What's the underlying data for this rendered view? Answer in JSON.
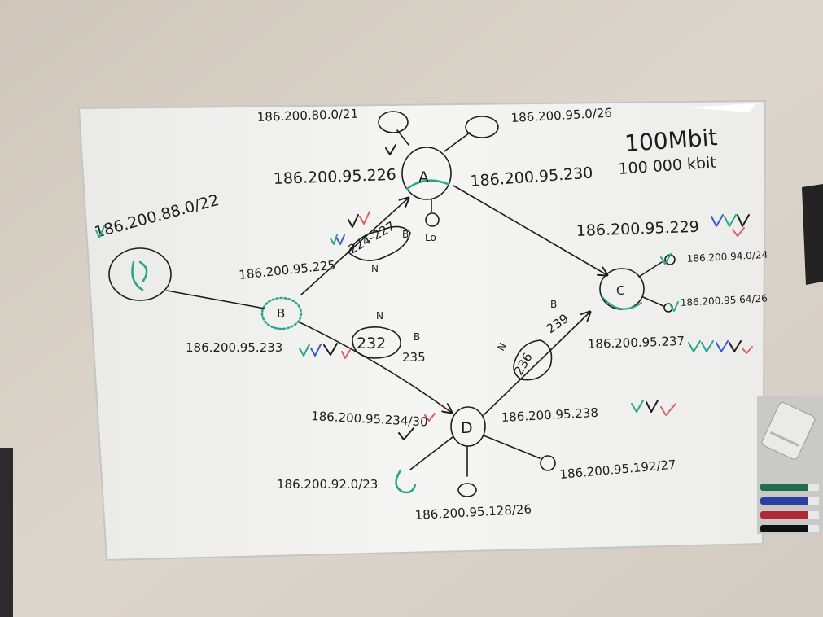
{
  "colors": {
    "wall": "#d6cfc5",
    "board": "#f3f3f1",
    "ink_black": "#1d1d1d",
    "ink_green": "#2aa58a",
    "ink_blue": "#3b5bd0",
    "ink_red": "#e0606a"
  },
  "nodes": {
    "A": "A",
    "B": "B",
    "C": "C",
    "D": "D",
    "lo": "Lo"
  },
  "labels": {
    "net_a_left": "186.200.80.0/21",
    "net_a_right": "186.200.95.0/26",
    "bandwidth_top": "100Mbit",
    "bandwidth_bottom": "100 000 kbit",
    "a_left_ip": "186.200.95.226",
    "a_right_ip": "186.200.95.230",
    "b_network": "186.200.88.0/22",
    "b_up_ip": "186.200.95.225",
    "b_down_ip": "186.200.95.233",
    "c_ip": "186.200.95.229",
    "c_net_1": "186.200.94.0/24",
    "c_net_2": "186.200.95.64/26",
    "c_down_ip": "186.200.95.237",
    "d_left_ip": "186.200.95.234/30",
    "d_right_ip": "186.200.95.238",
    "d_net_left": "186.200.92.0/23",
    "d_net_bottom": "186.200.95.128/26",
    "d_net_right": "186.200.95.192/27",
    "link_ab": "224-227",
    "link_ab_b": "B",
    "link_ab_n": "N",
    "link_bd": "232",
    "link_bd_b": "B",
    "link_bd_n": "N",
    "link_bd_end": "235",
    "link_dc": "236",
    "link_dc_b": "B",
    "link_dc_end": "239",
    "link_dc_n": "N"
  }
}
